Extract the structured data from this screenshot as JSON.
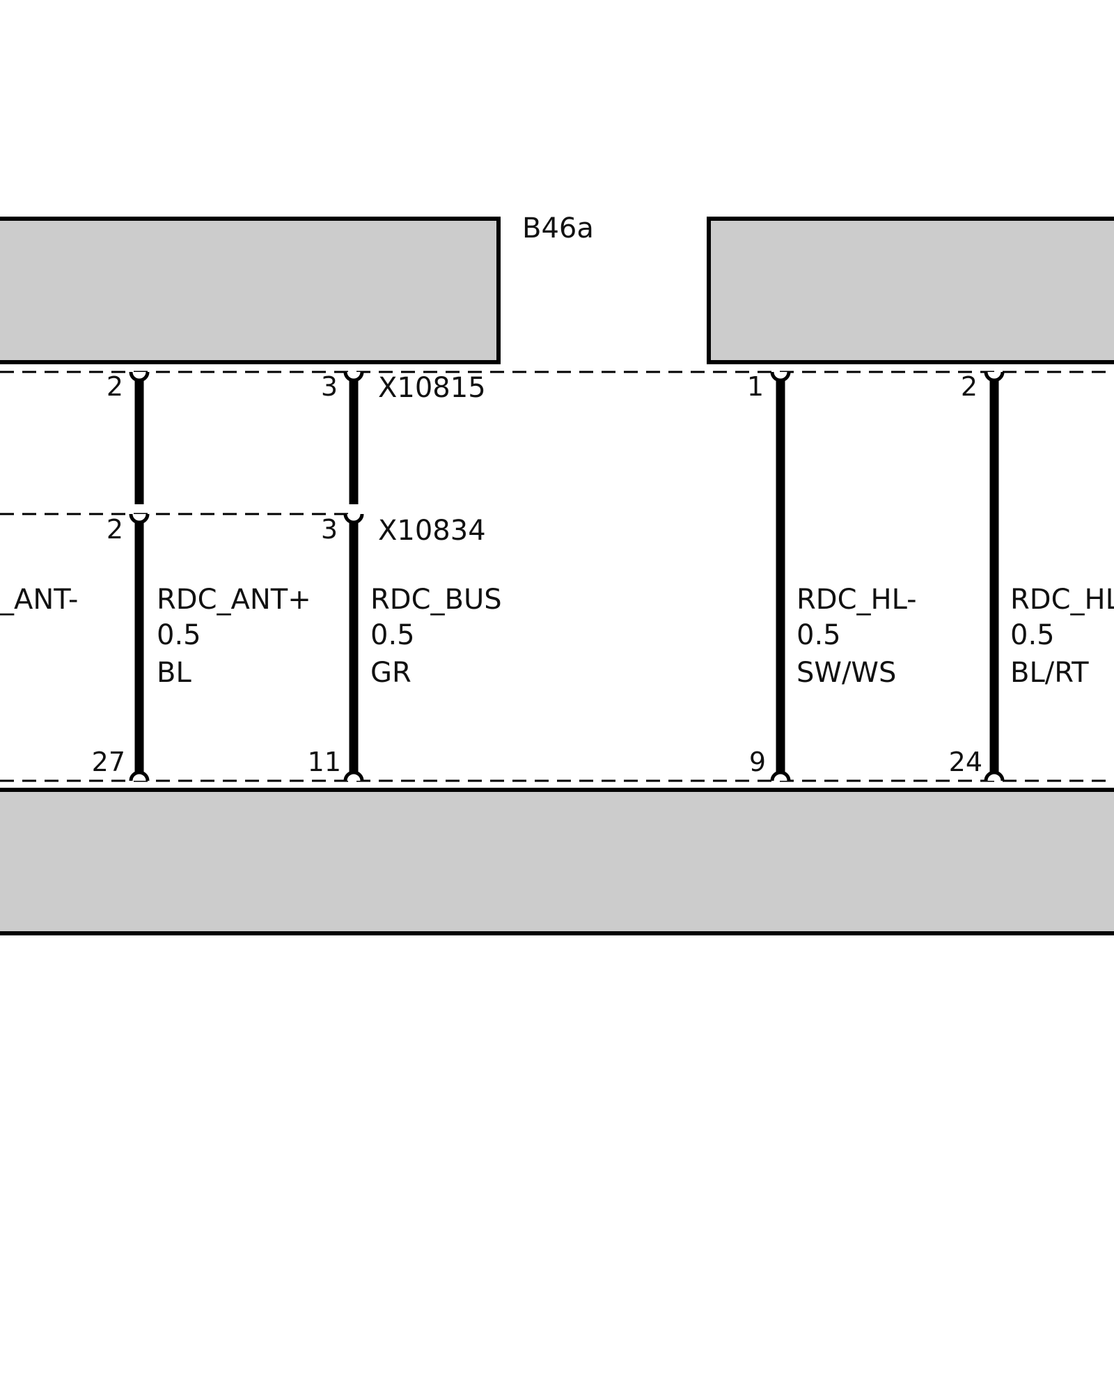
{
  "components": {
    "top_left_label": "B46a"
  },
  "connectors": {
    "upper": "X10815",
    "middle": "X10834"
  },
  "wires": [
    {
      "signal": "_ANT-",
      "size": "",
      "color": "",
      "pin_upper": "",
      "pin_middle": "",
      "pin_lower": ""
    },
    {
      "signal": "RDC_ANT+",
      "size": "0.5",
      "color": "BL",
      "pin_upper": "2",
      "pin_middle": "2",
      "pin_lower": "27"
    },
    {
      "signal": "RDC_BUS",
      "size": "0.5",
      "color": "GR",
      "pin_upper": "3",
      "pin_middle": "3",
      "pin_lower": "11"
    },
    {
      "signal": "RDC_HL-",
      "size": "0.5",
      "color": "SW/WS",
      "pin_upper": "1",
      "pin_middle": "",
      "pin_lower": "9"
    },
    {
      "signal": "RDC_HL",
      "size": "0.5",
      "color": "BL/RT",
      "pin_upper": "2",
      "pin_middle": "",
      "pin_lower": "24"
    }
  ]
}
